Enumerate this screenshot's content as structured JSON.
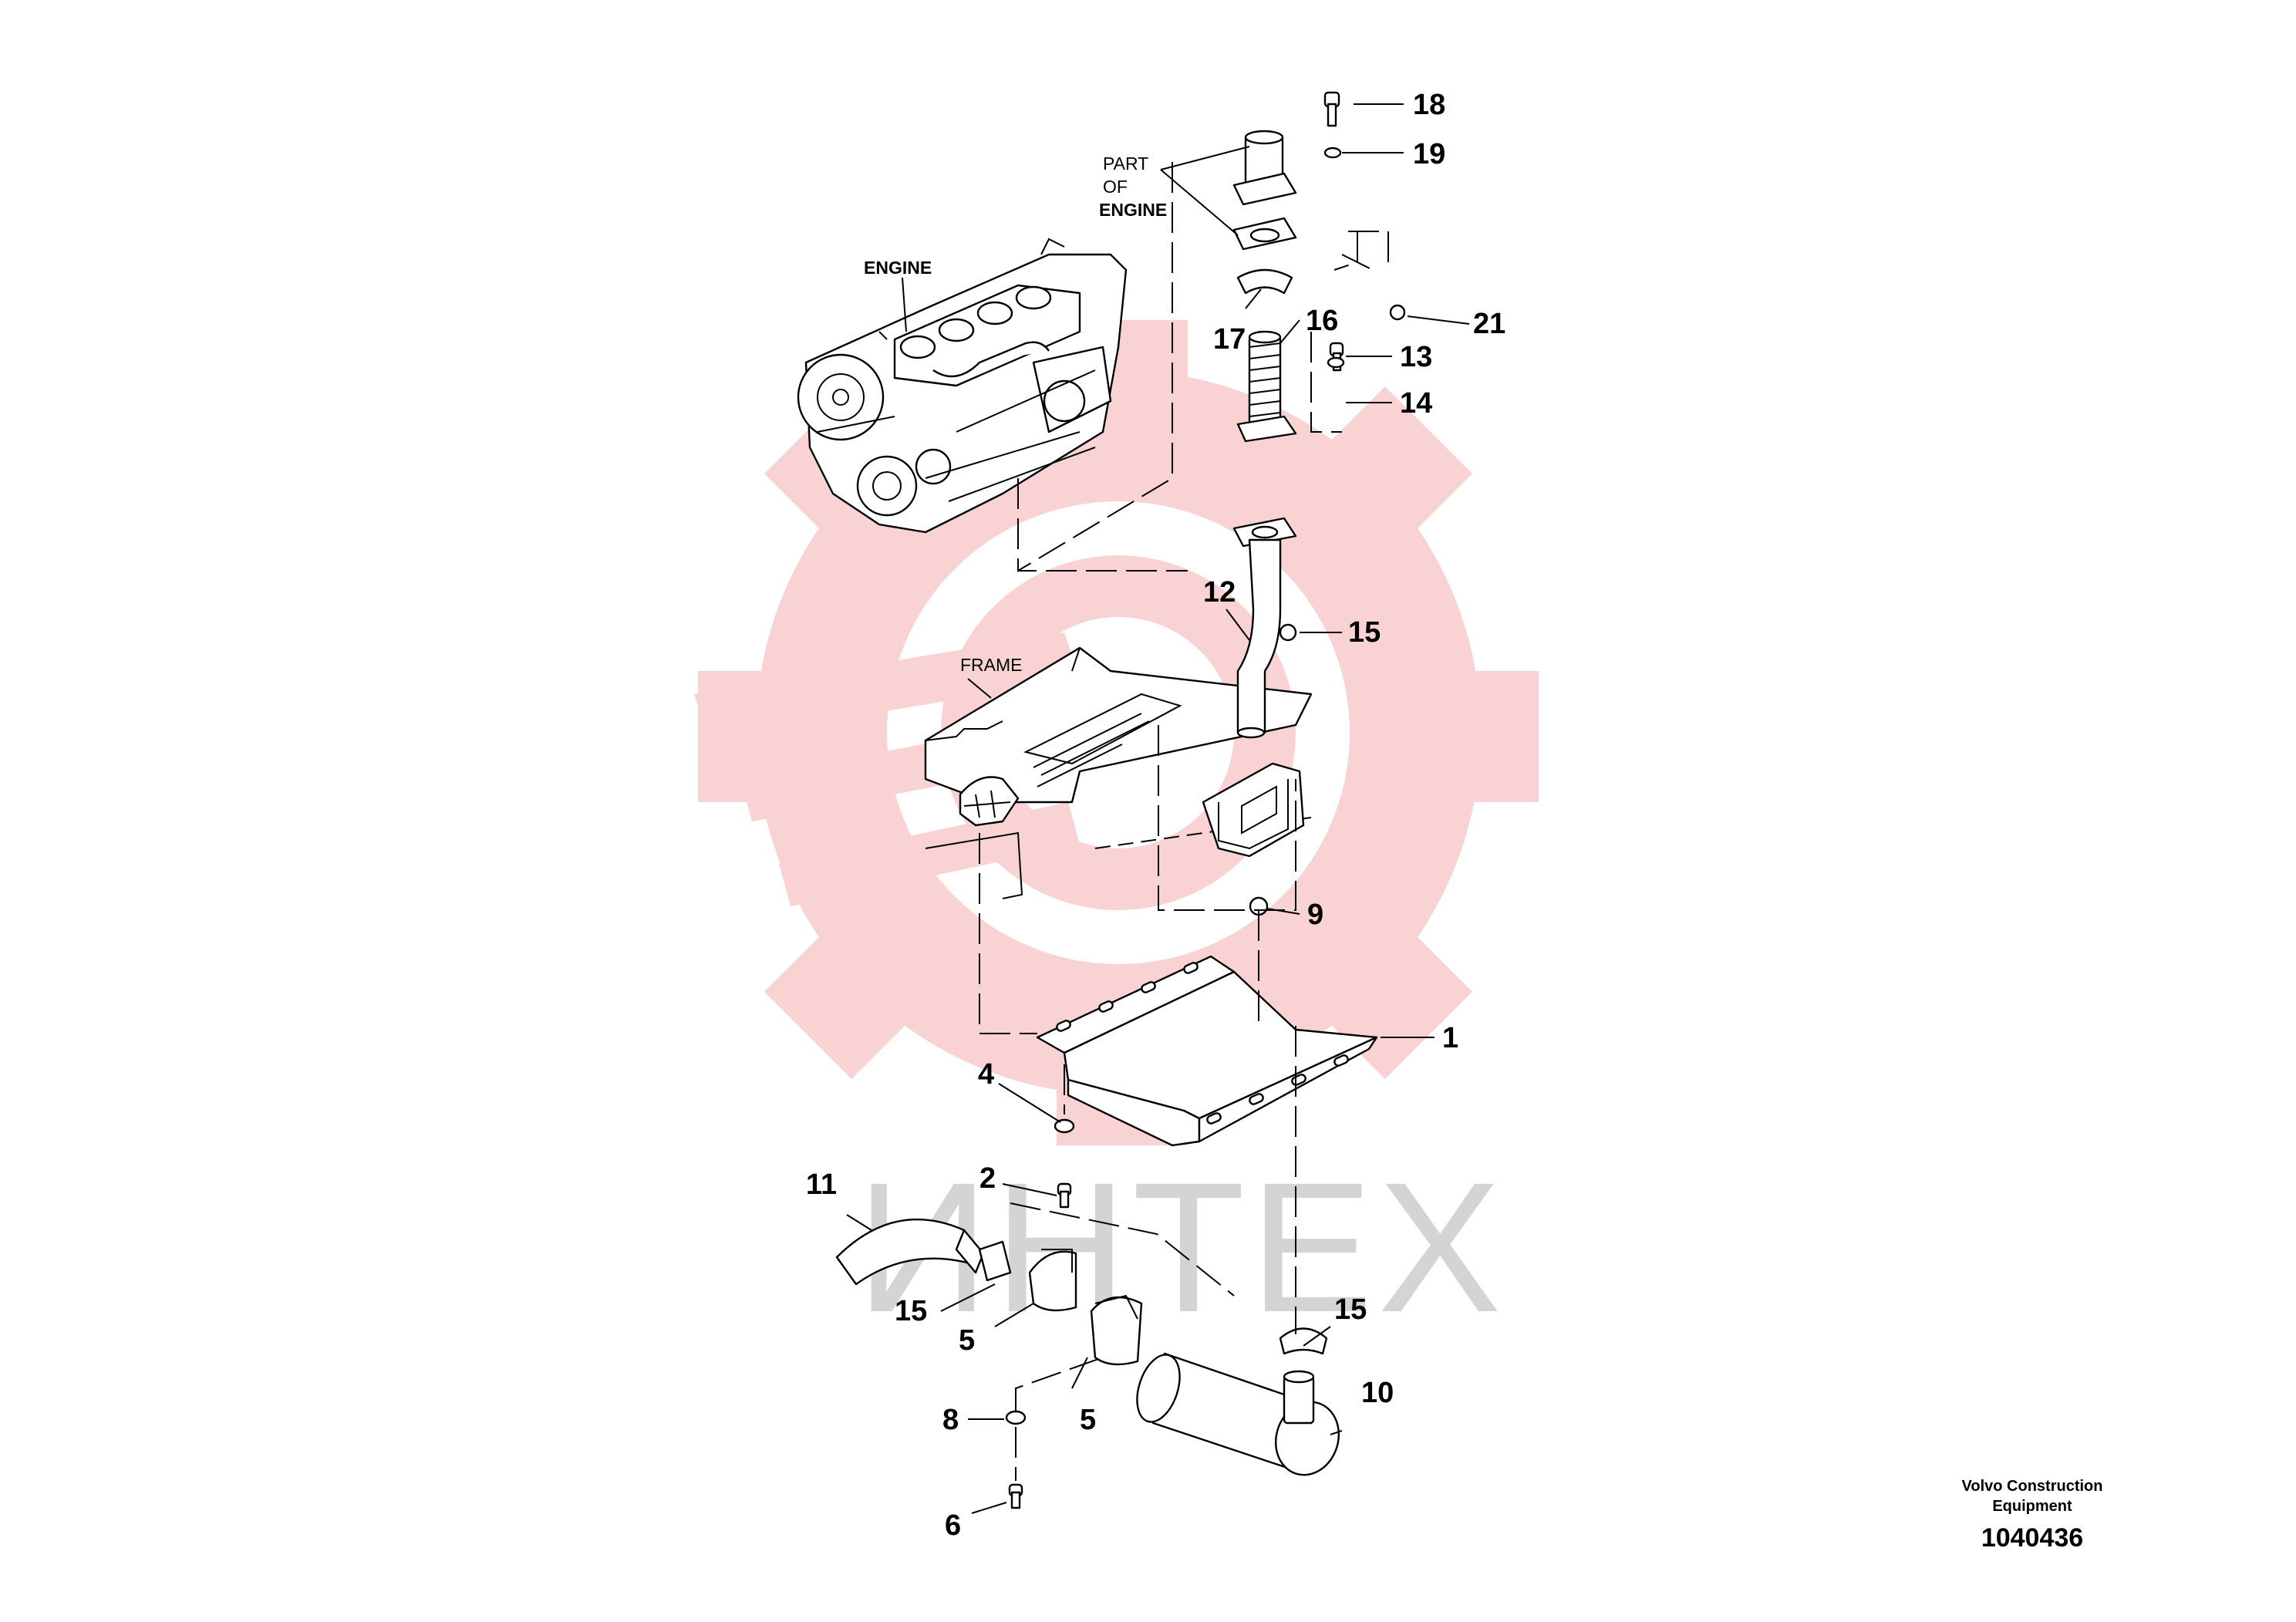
{
  "callouts": {
    "c1": "1",
    "c2": "2",
    "c4": "4",
    "c5a": "5",
    "c5b": "5",
    "c6": "6",
    "c8": "8",
    "c9": "9",
    "c10": "10",
    "c11": "11",
    "c12": "12",
    "c13": "13",
    "c14": "14",
    "c15a": "15",
    "c15b": "15",
    "c15c": "15",
    "c16": "16",
    "c17": "17",
    "c18": "18",
    "c19": "19",
    "c21": "21"
  },
  "labels": {
    "part_of_line1": "PART",
    "part_of_line2": "OF",
    "part_of_line3": "ENGINE",
    "engine": "ENGINE",
    "frame": "FRAME"
  },
  "title_block": {
    "brand_line1": "Volvo Construction",
    "brand_line2": "Equipment",
    "drawing_number": "1040436"
  },
  "watermark": {
    "text": "ИНТЕХ",
    "logo": "gear-logo",
    "color": "#f9d3d3"
  }
}
